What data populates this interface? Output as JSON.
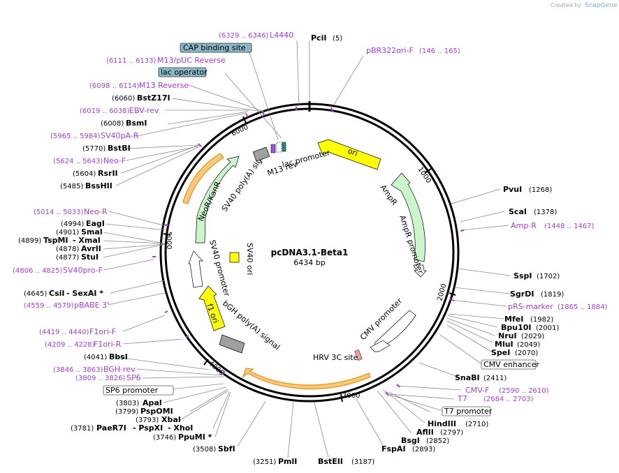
{
  "credit": {
    "text": "Created by",
    "brand": "SnapGene"
  },
  "plasmid": {
    "name": "pcDNA3.1-Beta1",
    "size": "6434 bp"
  },
  "ticks": [
    "1000",
    "2000",
    "3000",
    "4000",
    "5000",
    "6000"
  ],
  "enzymes": [
    {
      "name": "PciI",
      "pos": "(5)"
    },
    {
      "name": "PvuI",
      "pos": "(1268)"
    },
    {
      "name": "ScaI",
      "pos": "(1378)"
    },
    {
      "name": "SspI",
      "pos": "(1702)"
    },
    {
      "name": "SgrDI",
      "pos": "(1819)"
    },
    {
      "name": "MfeI",
      "pos": "(1982)"
    },
    {
      "name": "Bpu10I",
      "pos": "(2001)"
    },
    {
      "name": "NruI",
      "pos": "(2029)"
    },
    {
      "name": "MluI",
      "pos": "(2049)"
    },
    {
      "name": "SpeI",
      "pos": "(2070)"
    },
    {
      "name": "SnaBI",
      "pos": "(2411)"
    },
    {
      "name": "HindIII",
      "pos": "(2710)"
    },
    {
      "name": "AflII",
      "pos": "(2797)"
    },
    {
      "name": "BsgI",
      "pos": "(2852)"
    },
    {
      "name": "FspAI",
      "pos": "(2893)"
    },
    {
      "name": "BstEII",
      "pos": "(3187)"
    },
    {
      "name": "PmlI",
      "pos": "(3251)"
    },
    {
      "name": "SbfI",
      "pos": "(3508)"
    },
    {
      "name": "PpuMI *",
      "pos": "(3746)"
    },
    {
      "name": "PaeR7I",
      "pos": "(3781)"
    },
    {
      "name": "- PspXI",
      "pos": ""
    },
    {
      "name": "- XhoI",
      "pos": ""
    },
    {
      "name": "XbaI",
      "pos": "(3793)"
    },
    {
      "name": "PspOMI",
      "pos": "(3799)"
    },
    {
      "name": "ApaI",
      "pos": "(3803)"
    },
    {
      "name": "BbsI",
      "pos": "(4041)"
    },
    {
      "name": "CsiI",
      "pos": "(4645)"
    },
    {
      "name": "- SexAI *",
      "pos": ""
    },
    {
      "name": "StuI",
      "pos": "(4877)"
    },
    {
      "name": "AvrII",
      "pos": "(4878)"
    },
    {
      "name": "TspMI",
      "pos": "(4899)"
    },
    {
      "name": "- XmaI",
      "pos": ""
    },
    {
      "name": "SmaI",
      "pos": "(4901)"
    },
    {
      "name": "EagI",
      "pos": "(4994)"
    },
    {
      "name": "BssHII",
      "pos": "(5485)"
    },
    {
      "name": "RsrII",
      "pos": "(5604)"
    },
    {
      "name": "BstBI",
      "pos": "(5770)"
    },
    {
      "name": "BsmI",
      "pos": "(6008)"
    },
    {
      "name": "BstZ17I",
      "pos": "(6060)"
    }
  ],
  "primers": [
    {
      "name": "L4440",
      "pos": "(6329 .. 6346)"
    },
    {
      "name": "pBR322ori-F",
      "pos": "(146 .. 165)"
    },
    {
      "name": "M13/pUC Reverse",
      "pos": "(6111 .. 6133)"
    },
    {
      "name": "M13 Reverse",
      "pos": "(6098 .. 6114)"
    },
    {
      "name": "EBV-rev",
      "pos": "(6019 .. 6038)"
    },
    {
      "name": "SV40pA-R",
      "pos": "(5965 .. 5984)"
    },
    {
      "name": "Neo-F",
      "pos": "(5624 .. 5643)"
    },
    {
      "name": "Neo-R",
      "pos": "(5014 .. 5033)"
    },
    {
      "name": "SV40pro-F",
      "pos": "(4806 .. 4825)"
    },
    {
      "name": "pBABE 3'",
      "pos": "(4559 .. 4579)"
    },
    {
      "name": "F1ori-F",
      "pos": "(4419 .. 4440)"
    },
    {
      "name": "F1ori-R",
      "pos": "(4209 .. 4228)"
    },
    {
      "name": "BGH-rev",
      "pos": "(3846 .. 3863)"
    },
    {
      "name": "SP6",
      "pos": "(3809 .. 3826)"
    },
    {
      "name": "Amp-R",
      "pos": "(1448 .. 1467)"
    },
    {
      "name": "pRS-marker",
      "pos": "(1865 .. 1884)"
    },
    {
      "name": "CMV-F",
      "pos": "(2590 .. 2610)"
    },
    {
      "name": "T7",
      "pos": "(2684 .. 2703)"
    }
  ],
  "boxed": [
    {
      "name": "CAP binding site"
    },
    {
      "name": "lac operator"
    },
    {
      "name": "SP6 promoter"
    },
    {
      "name": "CMV enhancer"
    },
    {
      "name": "T7 promoter"
    }
  ],
  "features": [
    {
      "name": "ori"
    },
    {
      "name": "AmpR"
    },
    {
      "name": "AmpR promoter"
    },
    {
      "name": "CMV promoter"
    },
    {
      "name": "HRV 3C site"
    },
    {
      "name": "bGH poly(A) signal"
    },
    {
      "name": "f1 ori"
    },
    {
      "name": "SV40 promoter"
    },
    {
      "name": "SV40 ori"
    },
    {
      "name": "NeoR/KanR"
    },
    {
      "name": "SV40 poly(A) signal"
    },
    {
      "name": "M13 rev"
    },
    {
      "name": "lac promoter"
    }
  ],
  "colors": {
    "primer": "#a23bd8",
    "ori": "#ffff00",
    "ampr": "#ccf5cc",
    "orange": "#f7c97a",
    "grey": "#a0a0a0"
  }
}
